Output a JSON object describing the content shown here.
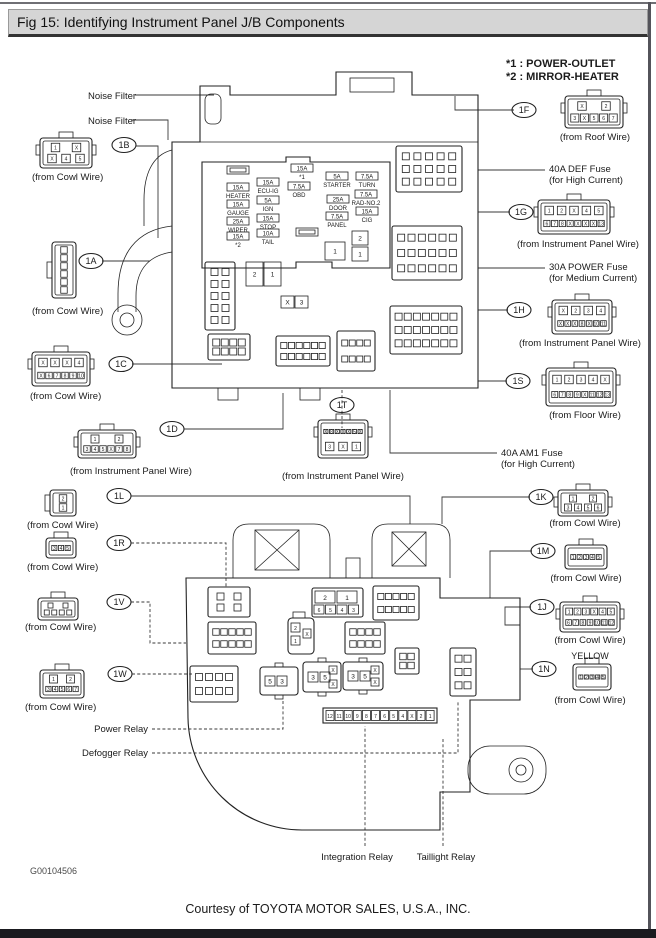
{
  "header": {
    "title": "Fig 15: Identifying Instrument Panel J/B Components"
  },
  "legend": {
    "line1": "*1 : POWER-OUTLET",
    "line2": "*2 : MIRROR-HEATER"
  },
  "labels": {
    "noise_filter_1": "Noise Filter",
    "noise_filter_2": "Noise Filter",
    "def_fuse_line1": "40A DEF Fuse",
    "def_fuse_line2": "(for High Current)",
    "power_fuse_line1": "30A POWER Fuse",
    "power_fuse_line2": "(for Medium Current)",
    "am1_fuse_line1": "40A AM1 Fuse",
    "am1_fuse_line2": "(for High Current)",
    "power_relay": "Power Relay",
    "defogger_relay": "Defogger Relay",
    "integration_relay": "Integration Relay",
    "taillight_relay": "Taillight Relay",
    "yellow": "YELLOW"
  },
  "connectors": {
    "1B": {
      "label": "1B",
      "caption": "(from Cowl Wire)",
      "pins": [
        [
          "1",
          "X"
        ],
        [
          "X",
          "4",
          "5"
        ]
      ]
    },
    "1A": {
      "label": "1A",
      "caption": "(from Cowl Wire)",
      "pins": [
        [
          ""
        ],
        [
          ""
        ],
        [
          ""
        ],
        [
          ""
        ],
        [
          ""
        ],
        [
          ""
        ]
      ]
    },
    "1C": {
      "label": "1C",
      "caption": "(from Cowl Wire)",
      "pins": [
        [
          "X",
          "X",
          "X",
          "4"
        ],
        [
          "X",
          "6",
          "7",
          "8",
          "9",
          "10"
        ]
      ]
    },
    "1D": {
      "label": "1D",
      "caption": "(from Instrument Panel Wire)",
      "pins": [
        [
          "1",
          "2"
        ],
        [
          "3",
          "4",
          "5",
          "X",
          "7",
          "8"
        ]
      ]
    },
    "1T": {
      "label": "1T",
      "caption": "(from Instrument Panel Wire)",
      "pins": [
        [
          "X",
          "8",
          "X",
          "X",
          "X",
          "5",
          "X"
        ],
        [
          "3",
          "X",
          "1"
        ]
      ]
    },
    "1F": {
      "label": "1F",
      "caption": "(from Roof Wire)",
      "pins": [
        [
          "X",
          "2"
        ],
        [
          "3",
          "X",
          "5",
          "6",
          "7"
        ]
      ]
    },
    "1G": {
      "label": "1G",
      "caption": "(from Instrument Panel Wire)",
      "pins": [
        [
          "1",
          "2",
          "X",
          "4",
          "5"
        ],
        [
          "6",
          "7",
          "8",
          "X",
          "X",
          "X",
          "X",
          "13"
        ]
      ]
    },
    "1H": {
      "label": "1H",
      "caption": "(from Instrument Panel Wire)",
      "pins": [
        [
          "X",
          "2",
          "3",
          "4"
        ],
        [
          "X",
          "X",
          "X",
          "8",
          "X",
          "10",
          "11"
        ]
      ]
    },
    "1S": {
      "label": "1S",
      "caption": "(from Floor Wire)",
      "pins": [
        [
          "1",
          "2",
          "3",
          "4",
          "X"
        ],
        [
          "6",
          "7",
          "8",
          "9",
          "X",
          "11",
          "12",
          "13"
        ]
      ]
    },
    "1K": {
      "label": "1K",
      "caption": "(from Cowl Wire)",
      "pins": [
        [
          "1",
          "2"
        ],
        [
          "3",
          "4",
          "5",
          "6"
        ]
      ]
    },
    "1M": {
      "label": "1M",
      "caption": "(from Cowl Wire)",
      "pins": [
        [
          "1",
          "2",
          "3",
          "4",
          "5"
        ]
      ]
    },
    "1J": {
      "label": "1J",
      "caption": "(from Cowl Wire)",
      "pins": [
        [
          "1",
          "2",
          "3",
          "X",
          "4",
          "5"
        ],
        [
          "6",
          "7",
          "8",
          "9",
          "10",
          "11",
          "12"
        ]
      ]
    },
    "1N": {
      "label": "1N",
      "caption": "(from Cowl Wire)",
      "pins": [
        [
          "1",
          "2",
          "3",
          "4",
          "5"
        ]
      ]
    },
    "1L": {
      "label": "1L",
      "caption": "(from Cowl Wire)",
      "pins": [
        [
          "2"
        ],
        [
          "1"
        ]
      ]
    },
    "1R": {
      "label": "1R",
      "caption": "(from Cowl Wire)",
      "pins": [
        [
          "3",
          "4",
          "5"
        ]
      ]
    },
    "1V": {
      "label": "1V",
      "caption": "(from Cowl Wire)",
      "pins": [
        [
          "",
          ""
        ],
        [
          "",
          "",
          "",
          ""
        ]
      ]
    },
    "1W": {
      "label": "1W",
      "caption": "(from Cowl Wire)",
      "pins": [
        [
          "1",
          "2"
        ],
        [
          "3",
          "4",
          "5",
          "6",
          "7"
        ]
      ]
    }
  },
  "fuses": [
    {
      "amp": "15A",
      "name": "HEATER"
    },
    {
      "amp": "15A",
      "name": "GAUGE"
    },
    {
      "amp": "25A",
      "name": "WIPER"
    },
    {
      "amp": "15A",
      "name": "*2"
    },
    {
      "amp": "15A",
      "name": "ECU-IG"
    },
    {
      "amp": "5A",
      "name": "IGN"
    },
    {
      "amp": "15A",
      "name": "STOP"
    },
    {
      "amp": "10A",
      "name": "TAIL"
    },
    {
      "amp": "15A",
      "name": "*1"
    },
    {
      "amp": "7.5A",
      "name": "OBD"
    },
    {
      "amp": "5A",
      "name": "STARTER"
    },
    {
      "amp": "25A",
      "name": "DOOR"
    },
    {
      "amp": "7.5A",
      "name": "PANEL"
    },
    {
      "amp": "7.5A",
      "name": "TURN"
    },
    {
      "amp": "7.5A",
      "name": "RAD-NO.2"
    },
    {
      "amp": "15A",
      "name": "CIG"
    }
  ],
  "jb": {
    "upper_nums": [
      "1",
      "2",
      "1"
    ],
    "pair_nums": [
      "2",
      "1"
    ],
    "x_nums": [
      "X",
      "3"
    ],
    "lower_box_top": [
      "2",
      "1"
    ],
    "lower_box_bottom": [
      "6",
      "5",
      "4",
      "3"
    ],
    "strip": [
      "12",
      "11",
      "10",
      "9",
      "8",
      "7",
      "6",
      "5",
      "4",
      "X",
      "2",
      "1"
    ],
    "relay1": [
      "5",
      "3"
    ],
    "relay2": [
      "3",
      "5",
      "X",
      "X"
    ],
    "relay3": [
      "3",
      "5",
      "X",
      "X"
    ],
    "mini_vert": [
      "2",
      "1",
      "X"
    ]
  },
  "footer": {
    "code": "G00104506",
    "courtesy": "Courtesy of TOYOTA MOTOR SALES, U.S.A., INC."
  }
}
